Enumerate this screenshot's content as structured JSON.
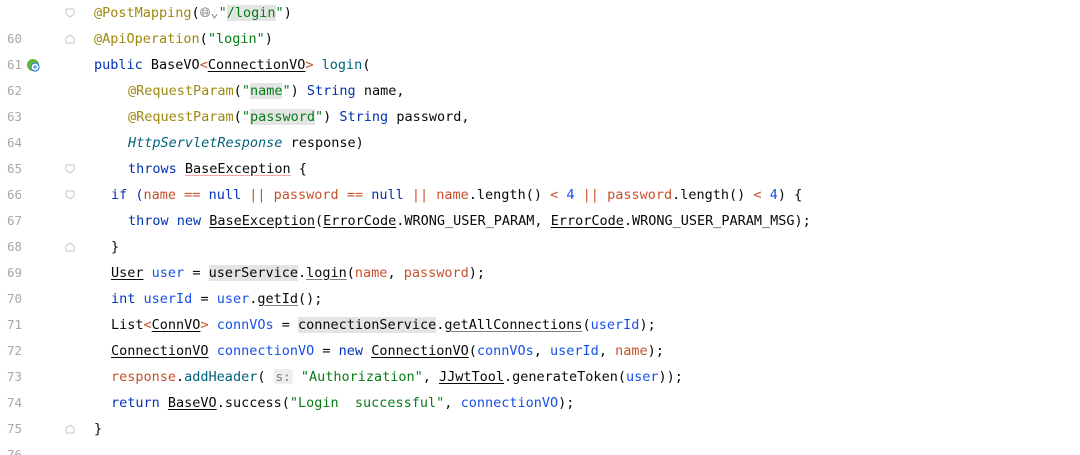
{
  "editor": {
    "lines": [
      {
        "num": "60",
        "parts": [
          "@PostMapping",
          "(",
          "",
          "\"",
          "/login",
          "\"",
          ")"
        ]
      },
      {
        "num": "61",
        "parts": [
          "@ApiOperation",
          "(",
          "\"login\"",
          ")"
        ]
      },
      {
        "num": "62",
        "parts": [
          "public",
          "BaseVO",
          "<",
          "ConnectionVO",
          ">",
          "login",
          "("
        ]
      },
      {
        "num": "63",
        "parts": [
          "@RequestParam",
          "(",
          "\"",
          "name",
          "\"",
          ")",
          "String",
          "name,"
        ]
      },
      {
        "num": "64",
        "parts": [
          "@RequestParam",
          "(",
          "\"",
          "password",
          "\"",
          ")",
          "String",
          "password,"
        ]
      },
      {
        "num": "65",
        "parts": [
          "HttpServletResponse",
          "response)"
        ]
      },
      {
        "num": "66",
        "parts": [
          "throws",
          "BaseException",
          "{"
        ]
      },
      {
        "num": "67",
        "parts": [
          "if (",
          "name",
          "==",
          "null",
          "||",
          "password",
          "==",
          "null",
          "||",
          "name",
          ".length()",
          "<",
          "4",
          "||",
          "password",
          ".length()",
          "<",
          "4",
          ") {"
        ]
      },
      {
        "num": "68",
        "parts": [
          "throw new",
          "BaseException",
          "(",
          "ErrorCode",
          ".WRONG_USER_PARAM, ",
          "ErrorCode",
          ".WRONG_USER_PARAM_MSG);"
        ]
      },
      {
        "num": "69",
        "parts": [
          "}"
        ]
      },
      {
        "num": "70",
        "parts": [
          "User",
          "user",
          "=",
          "userService",
          ".",
          "login",
          "(",
          "name",
          ", ",
          "password",
          ");"
        ]
      },
      {
        "num": "71",
        "parts": [
          "int",
          "userId",
          "=",
          "user",
          ".",
          "getId",
          "();"
        ]
      },
      {
        "num": "72",
        "parts": [
          "List",
          "<",
          "ConnVO",
          ">",
          "connVOs",
          "=",
          "connectionService",
          ".",
          "getAllConnections",
          "(",
          "userId",
          ");"
        ]
      },
      {
        "num": "73",
        "parts": [
          "ConnectionVO",
          "connectionVO",
          "=",
          "new",
          "ConnectionVO",
          "(",
          "connVOs",
          ", ",
          "userId",
          ", ",
          "name",
          ");"
        ]
      },
      {
        "num": "74",
        "parts": [
          "response",
          ".",
          "addHeader",
          "(",
          "s:",
          "\"Authorization\"",
          ", ",
          "JJwtTool",
          ".generateToken(",
          "user",
          "));"
        ]
      },
      {
        "num": "75",
        "parts": [
          "return",
          "BaseVO",
          ".success(",
          "\"Login  successful\"",
          ", ",
          "connectionVO",
          ");"
        ]
      },
      {
        "num": "76",
        "parts": [
          "}"
        ]
      }
    ]
  },
  "colors": {
    "annotation": "#9e880d",
    "string": "#067d17",
    "keyword": "#0033b3",
    "field": "#871094",
    "line_number": "#a8a8a8",
    "highlight": "#e4e4e4"
  },
  "icons": {
    "line62": "bean-method-gutter-icon",
    "globe": "web-endpoint-icon"
  }
}
